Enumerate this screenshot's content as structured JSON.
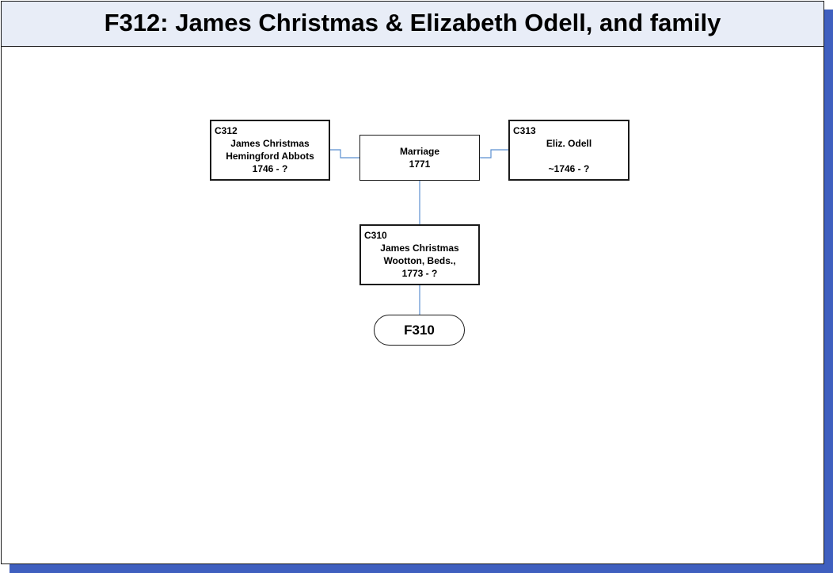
{
  "title": "F312: James Christmas & Elizabeth Odell, and family",
  "colors": {
    "shadow": "#3f5fbf",
    "title_bar": "#e8edf7",
    "connector": "#5b8fd0",
    "border": "#1a1a1a"
  },
  "people": {
    "father": {
      "id": "C312",
      "name": "James Christmas",
      "place": "Hemingford Abbots",
      "dates": "1746 - ?"
    },
    "mother": {
      "id": "C313",
      "name": "Eliz. Odell",
      "place": "",
      "dates": "~1746 - ?"
    },
    "child": {
      "id": "C310",
      "name": "James Christmas",
      "place": "Wootton, Beds.,",
      "dates": "1773 - ?"
    }
  },
  "marriage": {
    "label": "Marriage",
    "year": "1771"
  },
  "link": {
    "label": "F310"
  }
}
